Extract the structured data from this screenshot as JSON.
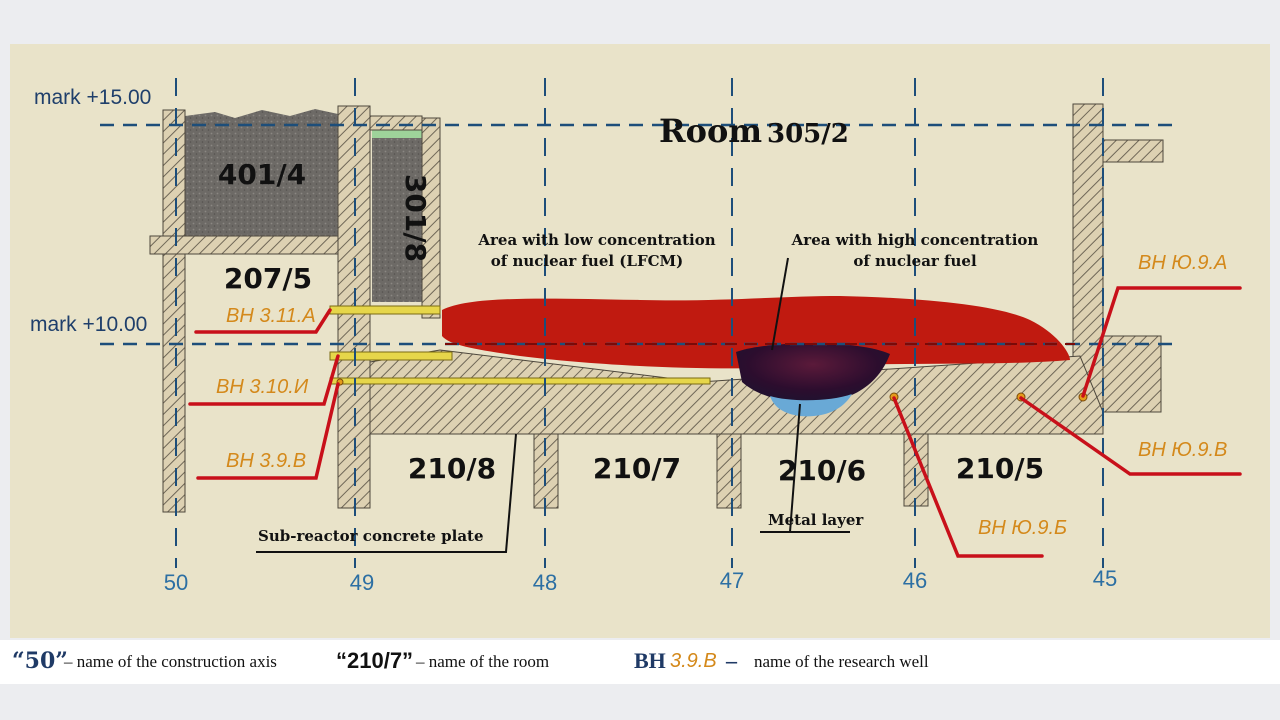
{
  "marks": {
    "top": "mark +15.00",
    "mid": "mark +10.00"
  },
  "room_title": {
    "main": "Room",
    "number": "305/2"
  },
  "rooms": [
    "401/4",
    "207/5",
    "301/8",
    "210/8",
    "210/7",
    "210/6",
    "210/5"
  ],
  "axes": [
    "50",
    "49",
    "48",
    "47",
    "46",
    "45"
  ],
  "wells": [
    "ВН 3.11.А",
    "ВН 3.10.И",
    "ВН 3.9.В",
    "ВН Ю.9.А",
    "ВН Ю.9.В",
    "ВН Ю.9.Б"
  ],
  "annotations": {
    "low_line1": "Area with low concentration",
    "low_line2": "of nuclear fuel (LFCM)",
    "high_line1": "Area with high concentration",
    "high_line2": "of nuclear fuel",
    "metal": "Metal layer",
    "plate": "Sub-reactor concrete plate"
  },
  "legend": {
    "axis_example": "“50”",
    "axis_desc": "– name of the construction axis",
    "room_example": "“210/7”",
    "room_desc": "– name of the room",
    "well_prefix": "ВН",
    "well_example": "3.9.В",
    "well_dash": "–",
    "well_desc": "name of the research well"
  },
  "colors": {
    "panel": "#e9e3c9",
    "concrete": "#ddd1b2",
    "hatch": "#6f6757",
    "lava": "#c01a10",
    "guide_dash": "#1d4e7a",
    "well_text": "#d4891b",
    "well_line": "#c8101a",
    "axis_text": "#2c6fa3"
  }
}
